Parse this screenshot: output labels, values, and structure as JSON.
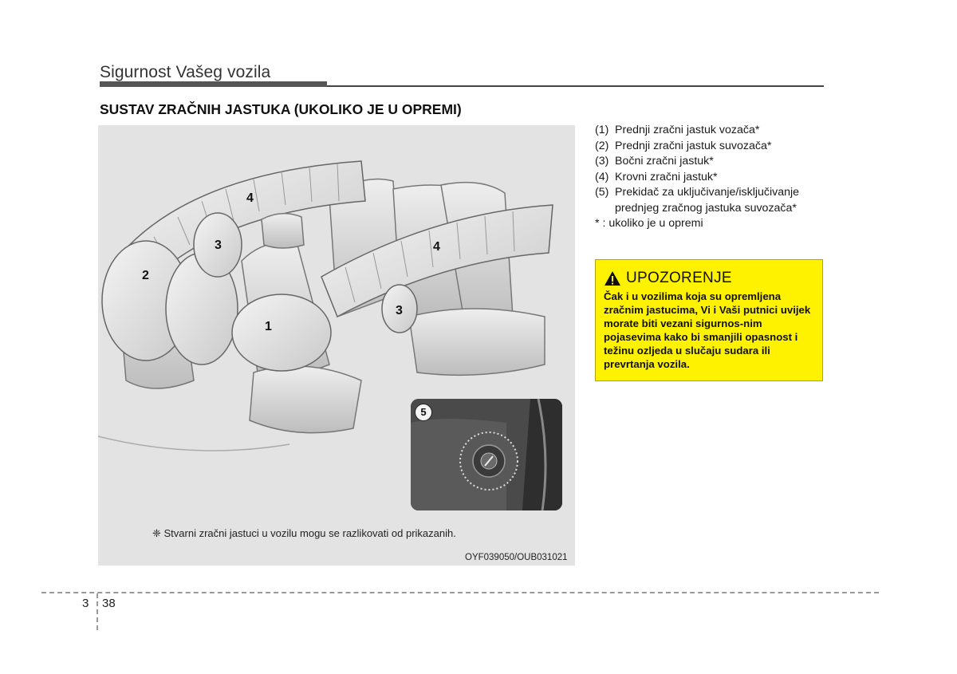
{
  "header": {
    "section_title": "Sigurnost Vašeg vozila"
  },
  "heading": "SUSTAV ZRAČNIH JASTUKA (UKOLIKO JE U OPREMI)",
  "figure": {
    "callouts": [
      "1",
      "2",
      "3",
      "4",
      "3",
      "4",
      "5"
    ],
    "note": "❈ Stvarni zračni jastuci u vozilu mogu se razlikovati od prikazanih.",
    "code": "OYF039050/OUB031021"
  },
  "legend": {
    "items": [
      {
        "num": "(1)",
        "text": "Prednji zračni jastuk vozača*"
      },
      {
        "num": "(2)",
        "text": "Prednji zračni jastuk suvozača*"
      },
      {
        "num": "(3)",
        "text": "Bočni zračni jastuk*"
      },
      {
        "num": "(4)",
        "text": "Krovni zračni jastuk*"
      },
      {
        "num": "(5)",
        "text": "Prekidač za uključivanje/isključivanje prednjeg zračnog jastuka suvozača*"
      }
    ],
    "note": "* : ukoliko je u opremi"
  },
  "warning": {
    "title": "UPOZORENJE",
    "text": "Čak i u vozilima koja su opremljena zračnim jastucima, Vi i Vaši putnici uvijek morate biti vezani sigurnos-nim pojasevima kako bi smanjili opasnost i težinu ozljeda u slučaju sudara ili prevrtanja vozila.",
    "background_color": "#fff200"
  },
  "footer": {
    "chapter": "3",
    "page": "38"
  }
}
